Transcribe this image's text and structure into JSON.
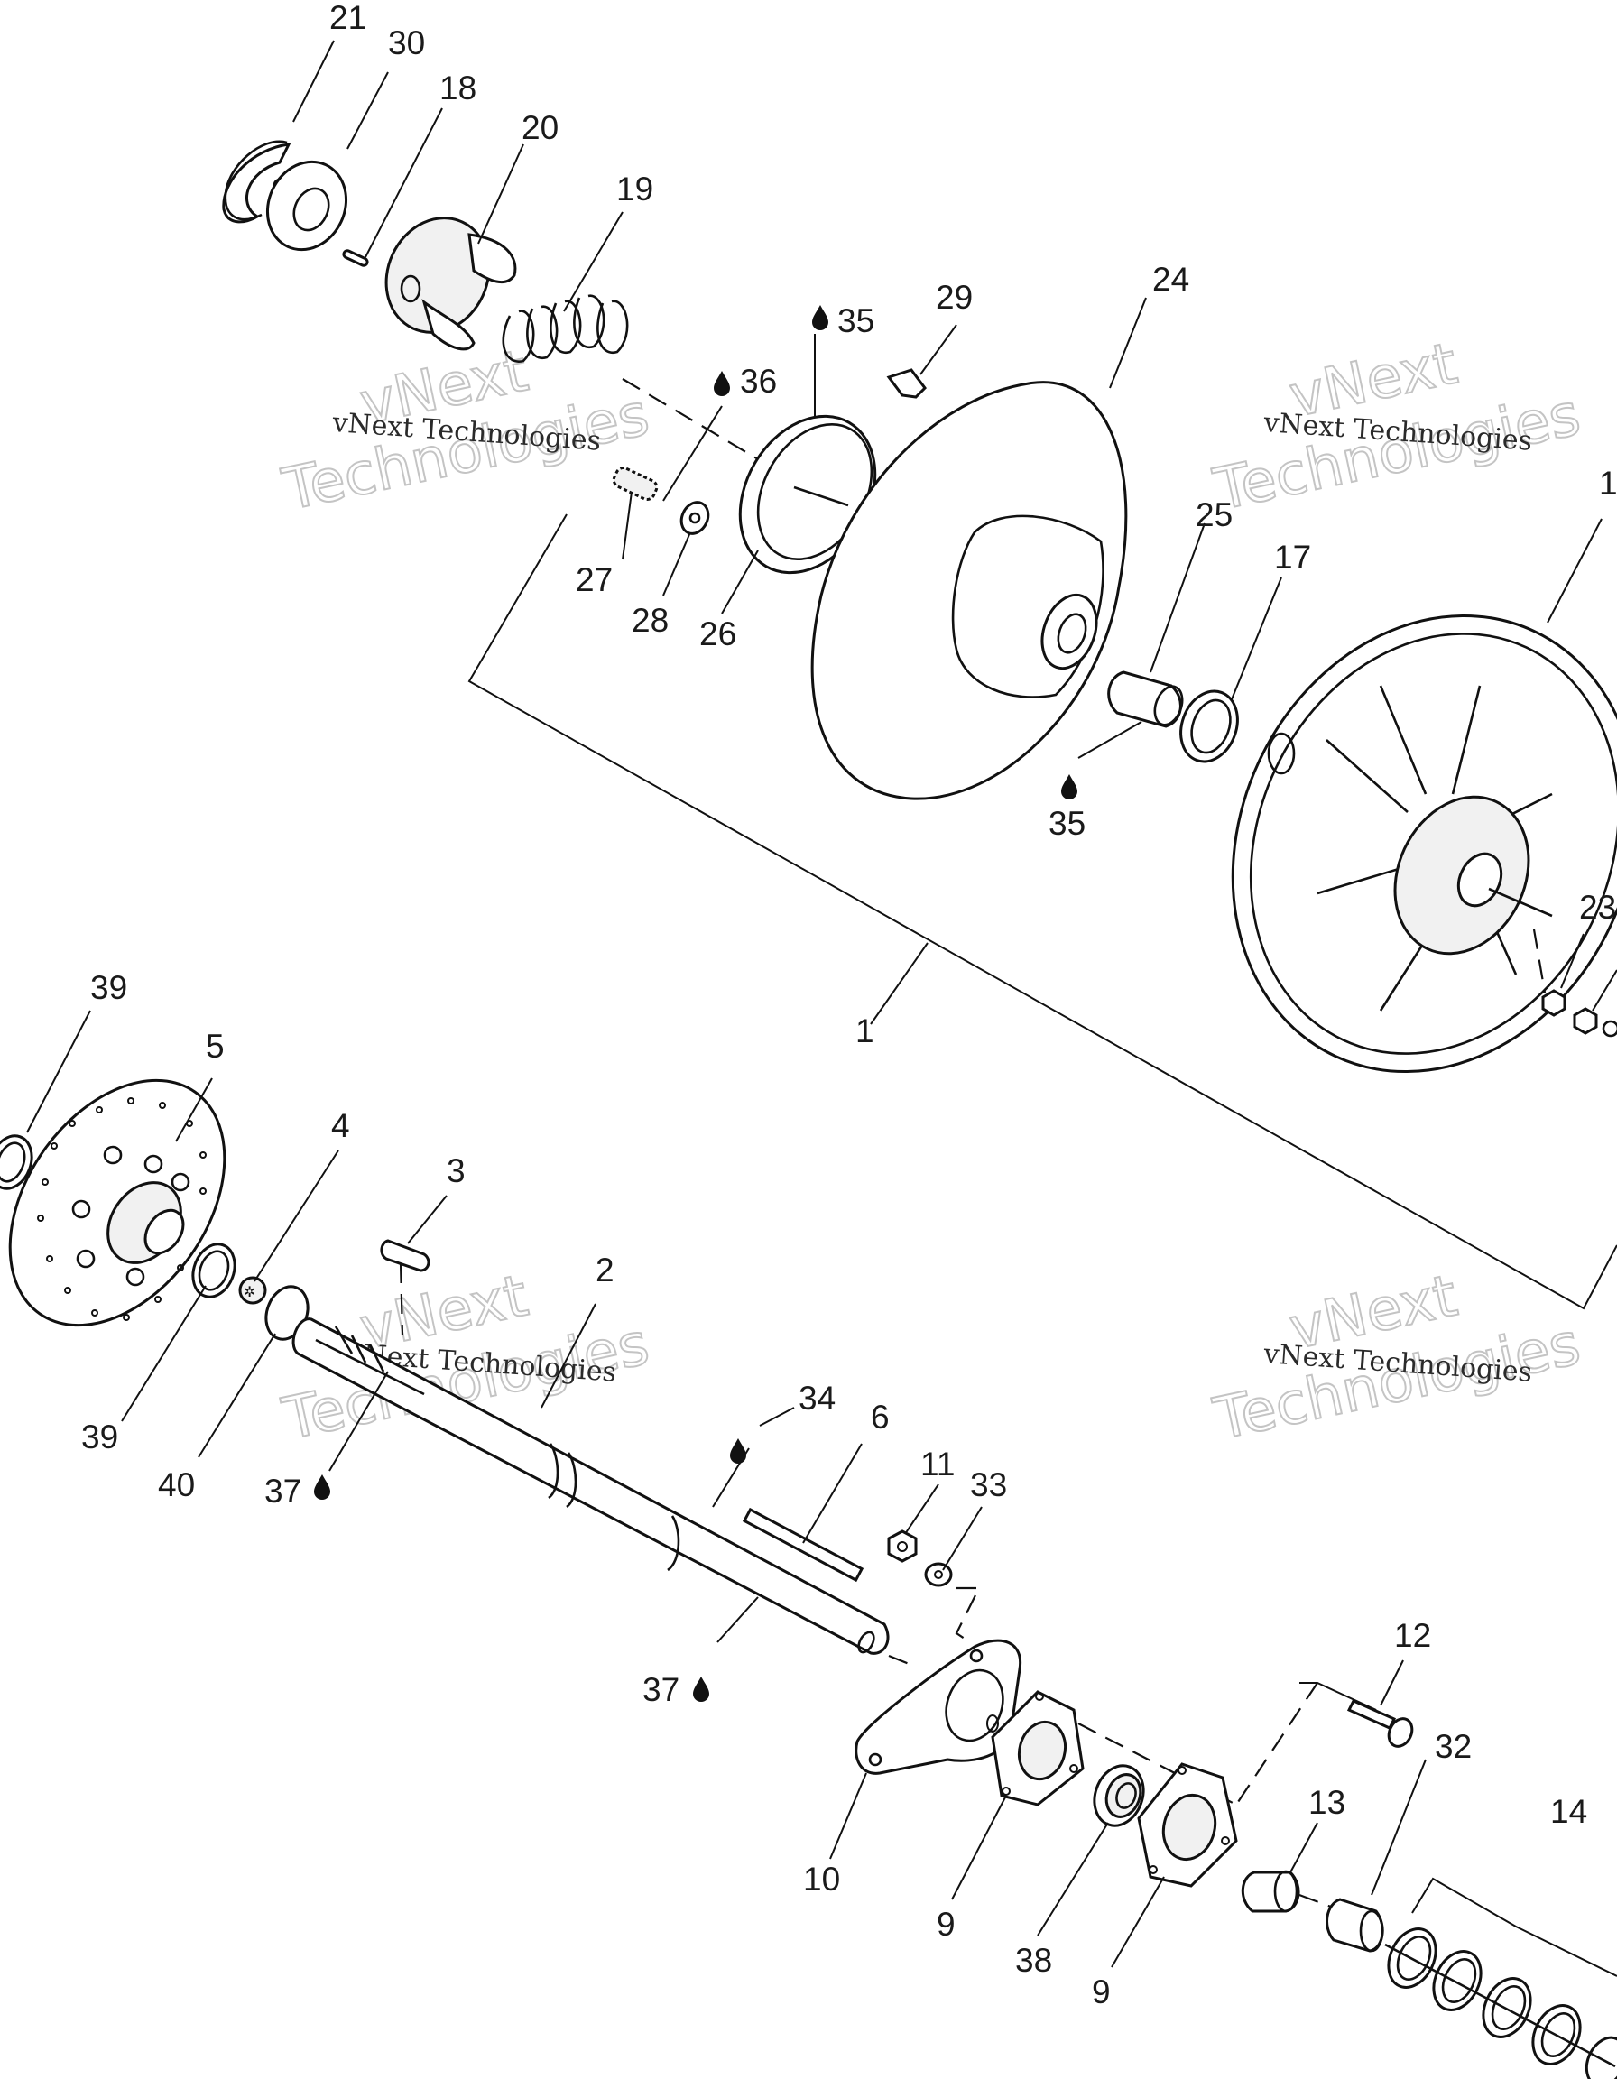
{
  "watermark": {
    "line": "vNext Technologies",
    "word1": "vNext",
    "word2": "Technologies"
  },
  "callouts": {
    "c21": "21",
    "c30": "30",
    "c18": "18",
    "c20": "20",
    "c19": "19",
    "c24": "24",
    "c29": "29",
    "c35a": "35",
    "c36": "36",
    "c27": "27",
    "c28": "28",
    "c26": "26",
    "c25": "25",
    "c17": "17",
    "c35b": "35",
    "c1top": "1",
    "c23": "23",
    "c1": "1",
    "c39a": "39",
    "c5": "5",
    "c4": "4",
    "c3": "3",
    "c2": "2",
    "c39b": "39",
    "c40": "40",
    "c37a": "37",
    "c34": "34",
    "c6": "6",
    "c11": "11",
    "c33": "33",
    "c37b": "37",
    "c12": "12",
    "c32": "32",
    "c13": "13",
    "c14": "14",
    "c10": "10",
    "c9a": "9",
    "c38": "38",
    "c9b": "9"
  },
  "icons": {
    "lubricant": "oil-drop-icon",
    "threadlock": "threadlock-icon"
  }
}
